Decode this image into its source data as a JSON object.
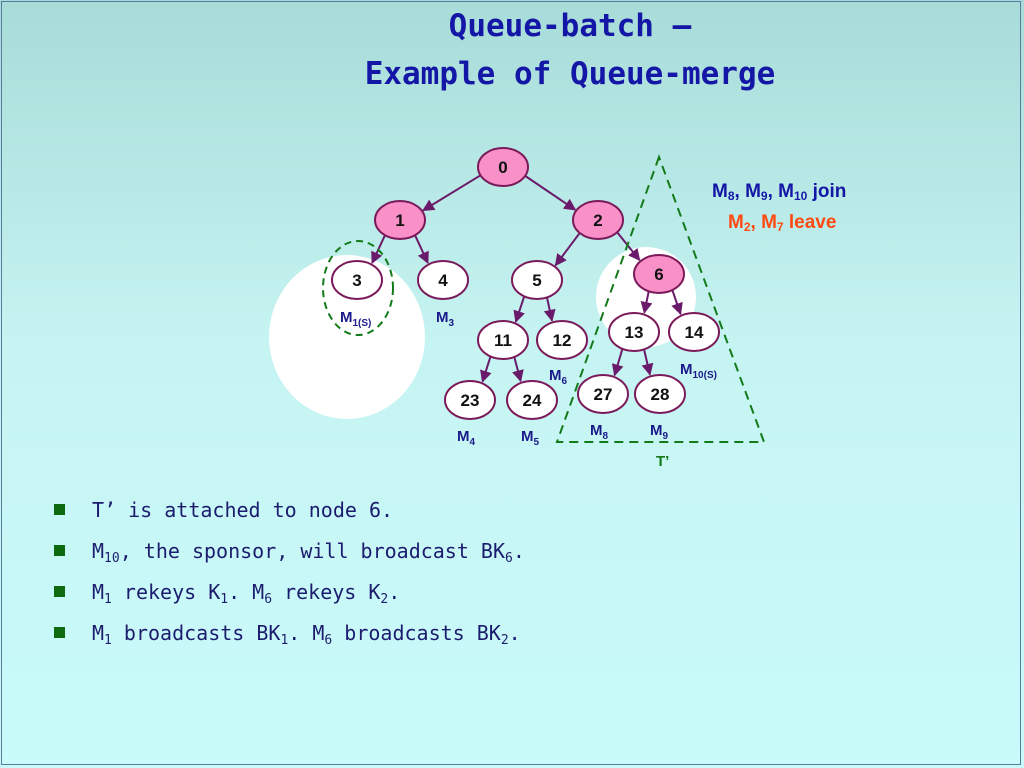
{
  "slide": {
    "title_line1": "Queue-batch –",
    "title_line2": "Example of Queue-merge"
  },
  "tree": {
    "nodes": [
      {
        "id": "0",
        "fill": "pink"
      },
      {
        "id": "1",
        "fill": "pink"
      },
      {
        "id": "2",
        "fill": "pink"
      },
      {
        "id": "3",
        "fill": "white"
      },
      {
        "id": "4",
        "fill": "white"
      },
      {
        "id": "5",
        "fill": "white"
      },
      {
        "id": "6",
        "fill": "pink"
      },
      {
        "id": "11",
        "fill": "white"
      },
      {
        "id": "12",
        "fill": "white"
      },
      {
        "id": "13",
        "fill": "white"
      },
      {
        "id": "14",
        "fill": "white"
      },
      {
        "id": "23",
        "fill": "white"
      },
      {
        "id": "24",
        "fill": "white"
      },
      {
        "id": "27",
        "fill": "white"
      },
      {
        "id": "28",
        "fill": "white"
      }
    ],
    "edges": [
      [
        "0",
        "1"
      ],
      [
        "0",
        "2"
      ],
      [
        "1",
        "3"
      ],
      [
        "1",
        "4"
      ],
      [
        "2",
        "5"
      ],
      [
        "2",
        "6"
      ],
      [
        "5",
        "11"
      ],
      [
        "5",
        "12"
      ],
      [
        "6",
        "13"
      ],
      [
        "6",
        "14"
      ],
      [
        "11",
        "23"
      ],
      [
        "11",
        "24"
      ],
      [
        "13",
        "27"
      ],
      [
        "13",
        "28"
      ]
    ],
    "member_labels": [
      {
        "node": "3",
        "base": "M",
        "sub": "1(S)"
      },
      {
        "node": "4",
        "base": "M",
        "sub": "3"
      },
      {
        "node": "12",
        "base": "M",
        "sub": "6"
      },
      {
        "node": "14",
        "base": "M",
        "sub": "10(S)"
      },
      {
        "node": "23",
        "base": "M",
        "sub": "4"
      },
      {
        "node": "24",
        "base": "M",
        "sub": "5"
      },
      {
        "node": "27",
        "base": "M",
        "sub": "8"
      },
      {
        "node": "28",
        "base": "M",
        "sub": "9"
      }
    ],
    "subtree_label": "T’",
    "colors": {
      "pink_node": "#f990c8",
      "node_border": "#7b1a5a",
      "edge": "#6a1a6a",
      "dashed": "#137a1a"
    }
  },
  "events": {
    "join": {
      "m1": "8",
      "m2": "9",
      "m3": "10",
      "text": " join"
    },
    "leave": {
      "m1": "2",
      "m2": "7",
      "text": " leave"
    },
    "join_color": "#1416a6",
    "leave_color": "#ff4a12"
  },
  "bullets": [
    {
      "parts": [
        {
          "t": "T’ is attached to node 6."
        }
      ]
    },
    {
      "parts": [
        {
          "t": "M"
        },
        {
          "sub": "10"
        },
        {
          "t": ", the sponsor, will broadcast BK"
        },
        {
          "sub": "6"
        },
        {
          "t": "."
        }
      ]
    },
    {
      "parts": [
        {
          "t": "M"
        },
        {
          "sub": "1"
        },
        {
          "t": " rekeys K"
        },
        {
          "sub": "1"
        },
        {
          "t": ". M"
        },
        {
          "sub": "6"
        },
        {
          "t": " rekeys K"
        },
        {
          "sub": "2"
        },
        {
          "t": "."
        }
      ]
    },
    {
      "parts": [
        {
          "t": "M"
        },
        {
          "sub": "1"
        },
        {
          "t": " broadcasts BK"
        },
        {
          "sub": "1"
        },
        {
          "t": ". M"
        },
        {
          "sub": "6"
        },
        {
          "t": " broadcasts BK"
        },
        {
          "sub": "2"
        },
        {
          "t": "."
        }
      ]
    }
  ]
}
